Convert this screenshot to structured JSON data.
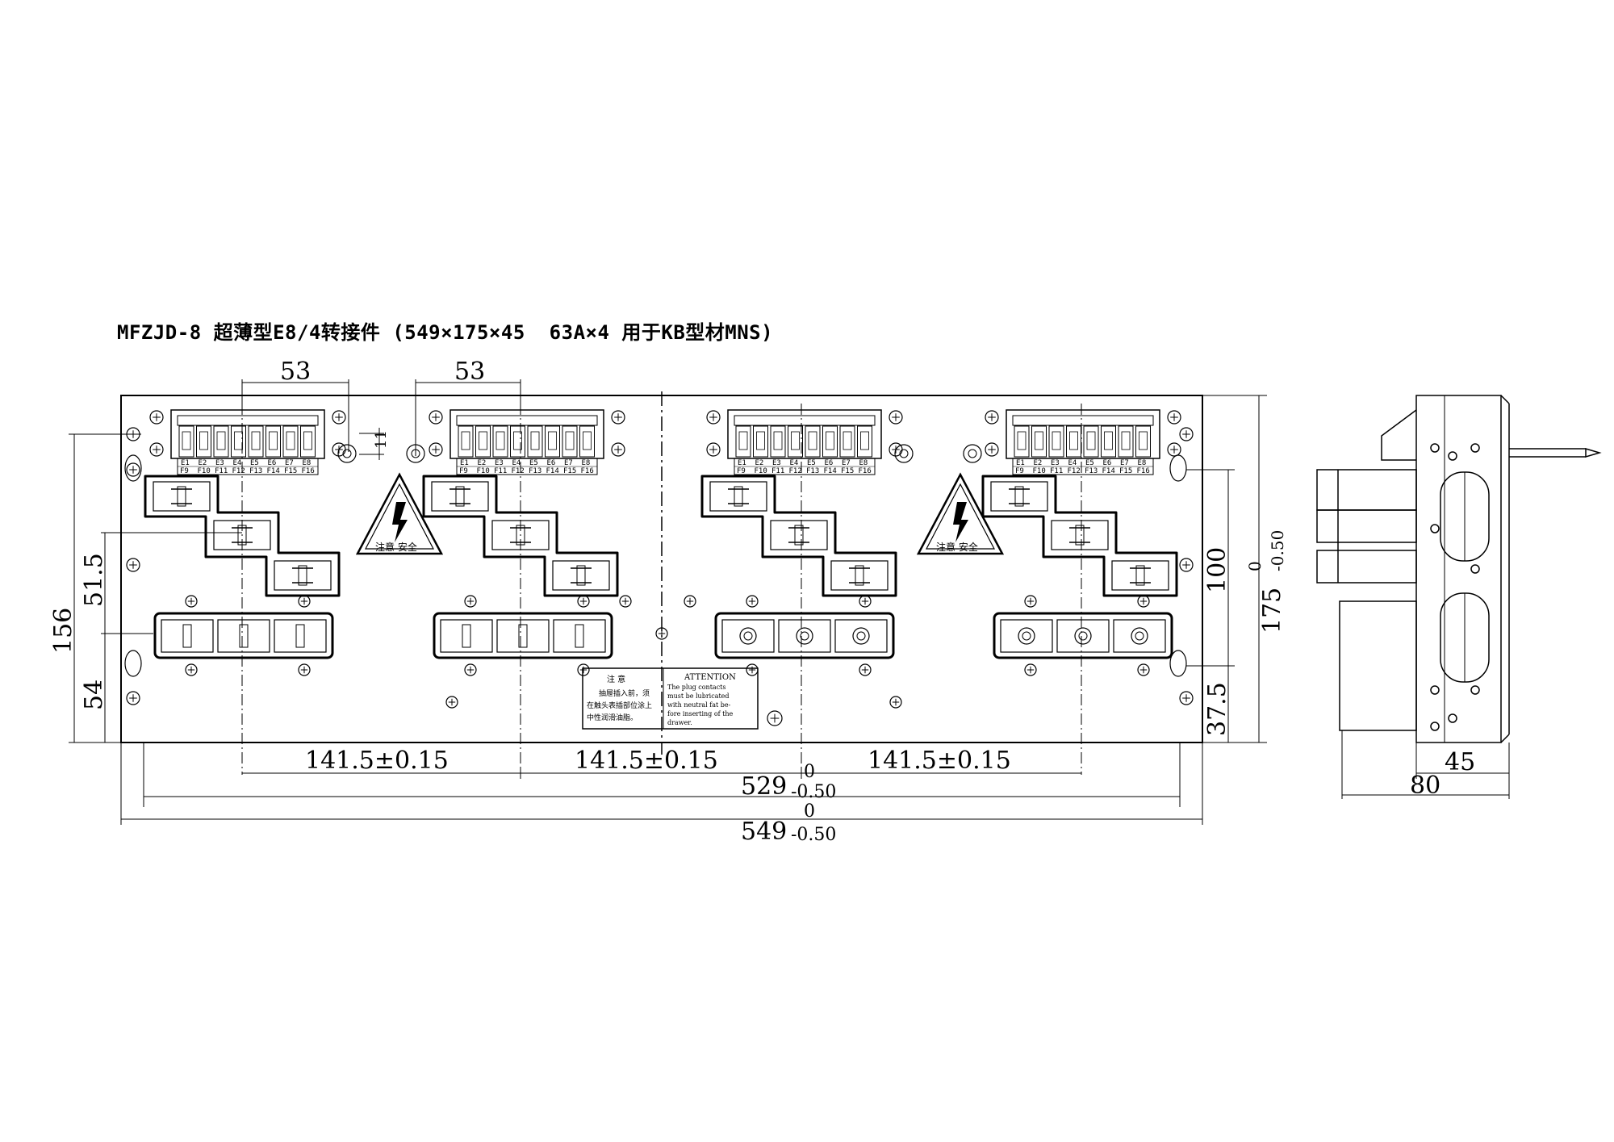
{
  "title": "MFZJD-8 超薄型E8/4转接件 (549×175×45  63A×4 用于KB型材MNS)",
  "dimensions": {
    "top_span_1": "53",
    "top_span_2": "53",
    "small_gap": "11",
    "left_h1": "51.5",
    "left_total": "156",
    "left_h2": "54",
    "pitch_1": "141.5±0.15",
    "pitch_2": "141.5±0.15",
    "pitch_3": "141.5±0.15",
    "inner_width": "529",
    "inner_width_tol_upper": "0",
    "inner_width_tol_lower": "-0.50",
    "outer_width": "549",
    "outer_width_tol_upper": "0",
    "outer_width_tol_lower": "-0.50",
    "right_h1": "100",
    "right_h2": "37.5",
    "height": "175",
    "height_tol_upper": "0",
    "height_tol_lower": "-0.50",
    "side_depth": "45",
    "side_total": "80"
  },
  "warning_label": "注意 安全",
  "notice_cn": {
    "heading": "注  意",
    "lines": [
      "抽屉插入前，须",
      "在触头表插部位涂上",
      "中性润滑油脂。"
    ]
  },
  "notice_en": {
    "heading": "ATTENTION",
    "lines": [
      "The  plug  contacts",
      "must  be lubricated",
      "with neutral fat be-",
      "fore inserting of the",
      "drawer."
    ]
  },
  "terminal_labels_top": [
    "E1",
    "E2",
    "E3",
    "E4",
    "E5",
    "E6",
    "E7",
    "E8"
  ],
  "terminal_labels_bottom": [
    "F9",
    "F10",
    "F11",
    "F12",
    "F13",
    "F14",
    "F15",
    "F16"
  ]
}
